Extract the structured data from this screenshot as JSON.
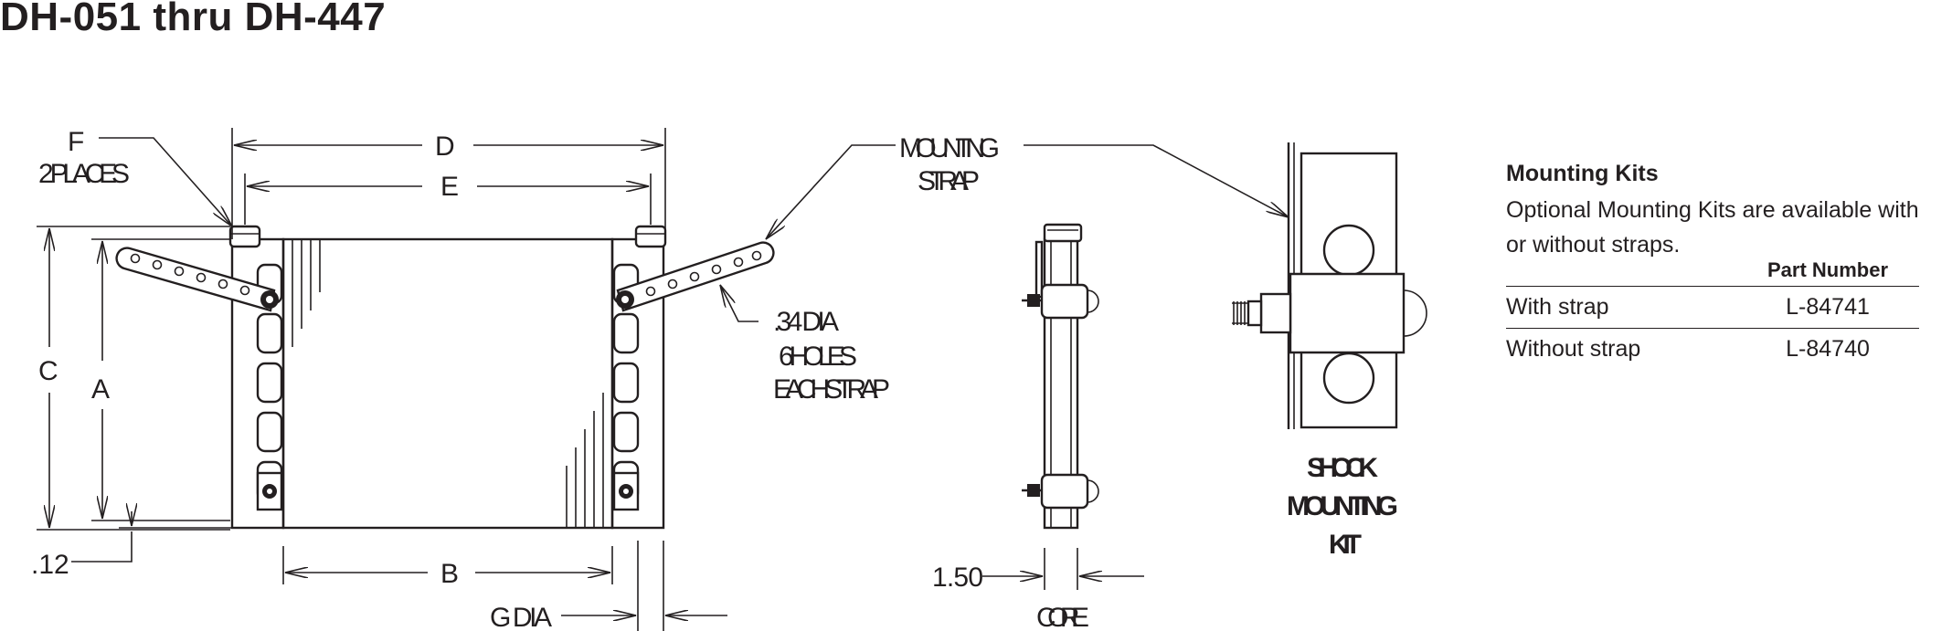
{
  "title": "DH-051 thru DH-447",
  "labels": {
    "f": "F",
    "f_places": "2 PLACES",
    "d": "D",
    "e": "E",
    "c": "C",
    "a": "A",
    "b": "B",
    "dot12": ".12",
    "g_dia": "G  DIA",
    "mounting": "MOUNTING",
    "strap": "STRAP",
    "hole_dia": ".34 DIA",
    "holes": "6 HOLES",
    "each_strap": "EACH STRAP",
    "core_width": "1.50",
    "core": "CORE",
    "shock": "SHOCK",
    "mounting_kit": "MOUNTING",
    "kit": "KIT"
  },
  "mounting_kits": {
    "title": "Mounting Kits",
    "description": "Optional Mounting Kits are available with or without straps.",
    "column_header": "Part Number",
    "rows": [
      {
        "option": "With strap",
        "part_number": "L-84741"
      },
      {
        "option": "Without strap",
        "part_number": "L-84740"
      }
    ]
  }
}
